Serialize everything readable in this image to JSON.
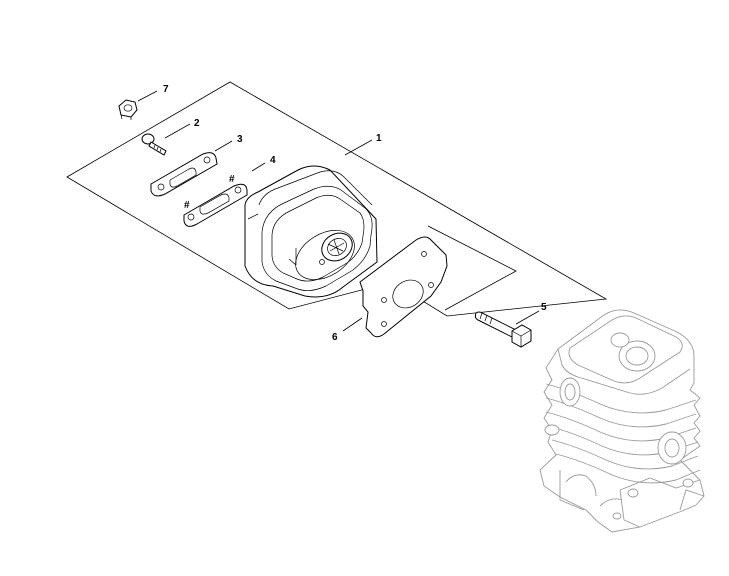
{
  "diagram": {
    "callouts": [
      {
        "id": "1",
        "label": "1"
      },
      {
        "id": "2",
        "label": "2"
      },
      {
        "id": "3",
        "label": "3"
      },
      {
        "id": "4",
        "label": "4"
      },
      {
        "id": "5",
        "label": "5"
      },
      {
        "id": "6",
        "label": "6"
      },
      {
        "id": "7",
        "label": "7"
      }
    ],
    "parts": [
      {
        "id": "1",
        "icon": "muffler-assembly-icon"
      },
      {
        "id": "2",
        "icon": "screw-icon"
      },
      {
        "id": "3",
        "icon": "gasket-plate-icon"
      },
      {
        "id": "4",
        "icon": "gasket-icon"
      },
      {
        "id": "5",
        "icon": "bolt-icon"
      },
      {
        "id": "6",
        "icon": "muffler-gasket-icon"
      },
      {
        "id": "7",
        "icon": "nut-icon"
      }
    ],
    "colors": {
      "line": "#000000",
      "reference": "#9a9a9a",
      "background": "#ffffff"
    }
  }
}
